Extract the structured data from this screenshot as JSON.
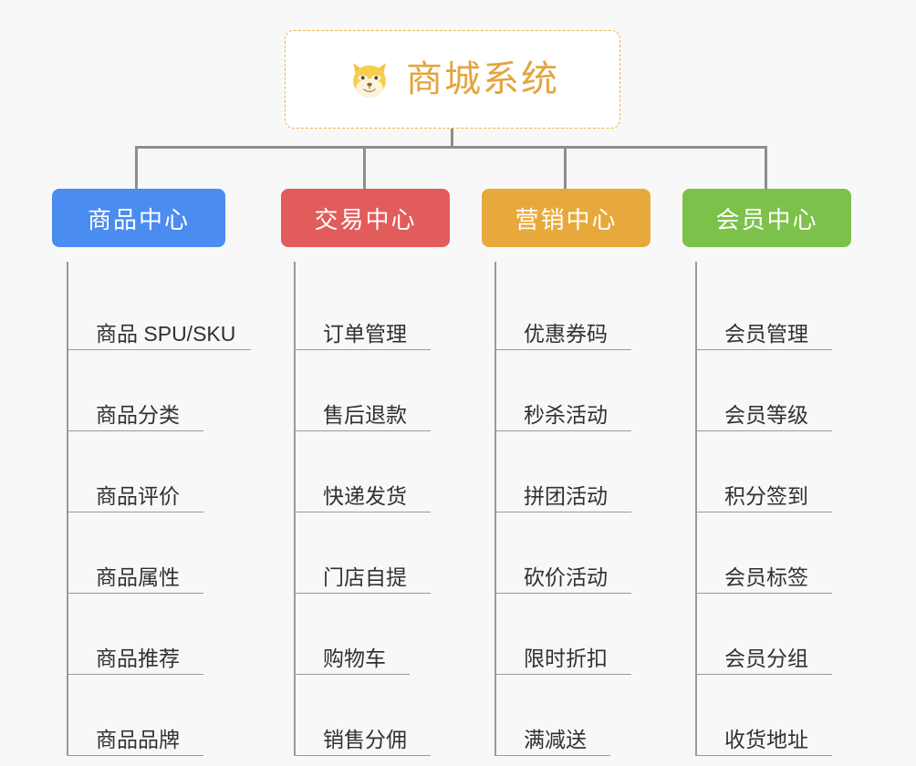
{
  "background_color": "#f8f8f8",
  "root": {
    "icon": "shiba-dog-face-icon",
    "title": "商城系统",
    "title_color": "#e3a53c",
    "border_color": "#e9b44c"
  },
  "connector_color": "#8e8e8e",
  "columns": [
    {
      "id": "product-center",
      "label": "商品中心",
      "color": "#4a8cf0",
      "items": [
        {
          "label": "商品 SPU/SKU",
          "underline_width": 200
        },
        {
          "label": "商品分类",
          "underline_width": 148
        },
        {
          "label": "商品评价",
          "underline_width": 148
        },
        {
          "label": "商品属性",
          "underline_width": 148
        },
        {
          "label": "商品推荐",
          "underline_width": 148
        },
        {
          "label": "商品品牌",
          "underline_width": 148
        }
      ]
    },
    {
      "id": "trade-center",
      "label": "交易中心",
      "color": "#e25c5c",
      "items": [
        {
          "label": "订单管理",
          "underline_width": 148
        },
        {
          "label": "售后退款",
          "underline_width": 148
        },
        {
          "label": "快递发货",
          "underline_width": 148
        },
        {
          "label": "门店自提",
          "underline_width": 148
        },
        {
          "label": "购物车",
          "underline_width": 125
        },
        {
          "label": "销售分佣",
          "underline_width": 148
        }
      ]
    },
    {
      "id": "marketing-center",
      "label": "营销中心",
      "color": "#e8a93c",
      "items": [
        {
          "label": "优惠券码",
          "underline_width": 148
        },
        {
          "label": "秒杀活动",
          "underline_width": 148
        },
        {
          "label": "拼团活动",
          "underline_width": 148
        },
        {
          "label": "砍价活动",
          "underline_width": 148
        },
        {
          "label": "限时折扣",
          "underline_width": 148
        },
        {
          "label": "满减送",
          "underline_width": 125
        }
      ]
    },
    {
      "id": "member-center",
      "label": "会员中心",
      "color": "#7cc košile",
      "items": [
        {
          "label": "会员管理",
          "underline_width": 148
        },
        {
          "label": "会员等级",
          "underline_width": 148
        },
        {
          "label": "积分签到",
          "underline_width": 148
        },
        {
          "label": "会员标签",
          "underline_width": 148
        },
        {
          "label": "会员分组",
          "underline_width": 148
        },
        {
          "label": "收货地址",
          "underline_width": 148
        }
      ]
    }
  ]
}
